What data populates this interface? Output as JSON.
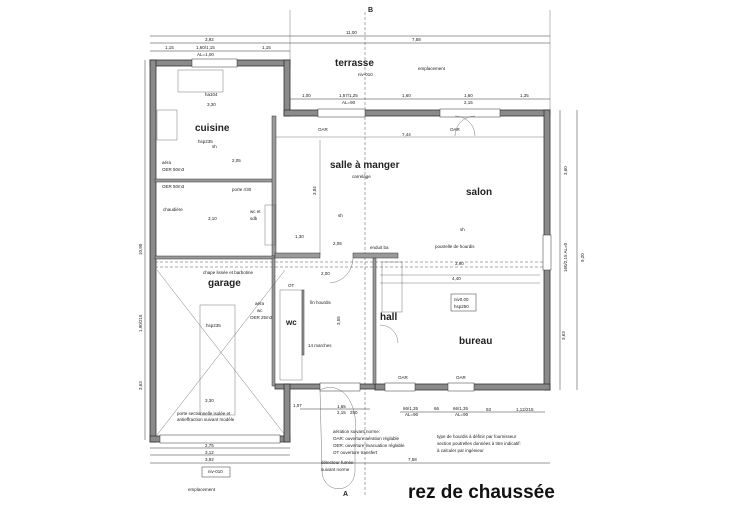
{
  "title": "rez de chaussée",
  "sections": {
    "a": "A",
    "b": "B"
  },
  "rooms": {
    "terrasse": "terrasse",
    "cuisine": "cuisine",
    "salle": "salle à manger",
    "salon": "salon",
    "garage": "garage",
    "hall": "hall",
    "bureau": "bureau",
    "wc": "wc"
  },
  "labels": {
    "niv_terrasse": "niv-010",
    "emplacement_top": "emplacement",
    "ha104": "ha104",
    "hsp235_cuisine": "hsp235",
    "carrelage": "carrelage",
    "aera": "aéra",
    "oer50_1": "OER 50m3",
    "oer50_2": "OER 50m3",
    "chaudiere": "chaudière",
    "porte_r30": "porte r/30",
    "wc_sdb_1": "wc et",
    "wc_sdb_2": "sdb",
    "chape": "chape lissée et barbotine",
    "hsp235_garage": "hsp235",
    "aera_wc_1": "aéra",
    "aera_wc_2": "wc",
    "aera_wc_3": "OER 25m3",
    "marches": "14 marches",
    "fin_hourdis": "fin hourdis",
    "ot": "OT",
    "niv000": "niv0.00",
    "hsp250": "hsp250",
    "poutrelle": "poutrelle de hourdis",
    "enduit": "enduit ba",
    "oar1": "OAR",
    "oar2": "OAR",
    "oar3": "OAR",
    "oar4": "OAR",
    "porte_sect_1": "porte sectionnelle isolée et",
    "porte_sect_2": "antieffraction suivant modèle",
    "niv_bas": "niv-010",
    "emplacement_bas": "emplacement",
    "sh1": "sh",
    "sh2": "sh",
    "sh3": "sh"
  },
  "dimensions": {
    "d11_00": "11,00",
    "d3_92_top": "3,92",
    "d7_58_top": "7,58",
    "d1_15a": "1,15",
    "d1_60_115": "1,60/1,15",
    "al100": "AL=1,00",
    "d1_15b": "1,15",
    "d3_30_k": "3,30",
    "d1_00": "1,00",
    "d1_57": "1,57/1,25",
    "al90_t": "AL=90",
    "d1_60a": "1,60",
    "d1_60b": "1,60",
    "d2_15t": "2,15",
    "d1_35": "1,35",
    "d7_44": "7,44",
    "d3_10": "3,10",
    "d2_05a": "2,05",
    "d1_30": "1,30",
    "d2_00": "2,00",
    "d2_05b": "2,05",
    "d3_90": "3,90",
    "d4_40": "4,40",
    "d3_30_g": "3,30",
    "d2_75": "2,75",
    "d3_12": "3,12",
    "d3_92_bot": "3,92",
    "d1_07": "1,07",
    "d1_65": "1,65",
    "d2_15b": "2,15",
    "d250": "250",
    "d66_135a": "66/1,35",
    "al90_a": "AL=90",
    "d66": "66",
    "d66_135b": "66/1,35",
    "al90_b": "AL=90",
    "d93": "93",
    "d1_12": "1,12/215",
    "d7_58_bot": "7,58",
    "d10_90": "10,90",
    "d1_90": "1,90/215",
    "d3_63_l": "3,63",
    "d3_60": "3,60",
    "d9_20": "9,20",
    "d160": "160/2,15 AL=0",
    "d3_63_r": "3,63",
    "d3_84": "3,84",
    "d3_55": "3,55"
  },
  "notes": {
    "aeration": [
      "aération suivant norme:",
      "OAR: ouverture aération réglable",
      "OER: ouverture évacuation réglable",
      "OT ouverture transfert"
    ],
    "detecteur": [
      "détecteur fumée",
      "suivant norme"
    ],
    "hourdis": [
      "type de hourdis à définir par fournisseur",
      "section poutrelles données à titre indicatif:",
      "à calculer par ingénieur"
    ]
  }
}
